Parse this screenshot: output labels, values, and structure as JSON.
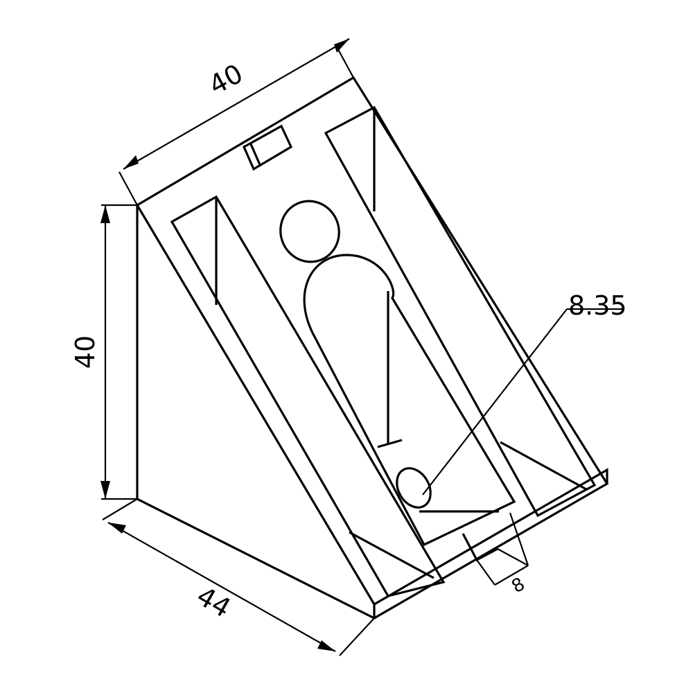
{
  "drawing": {
    "dimensions": {
      "top_width": "40",
      "side_height": "40",
      "base_length": "44",
      "hole_diameter": "8.35",
      "key_width": "8"
    }
  }
}
